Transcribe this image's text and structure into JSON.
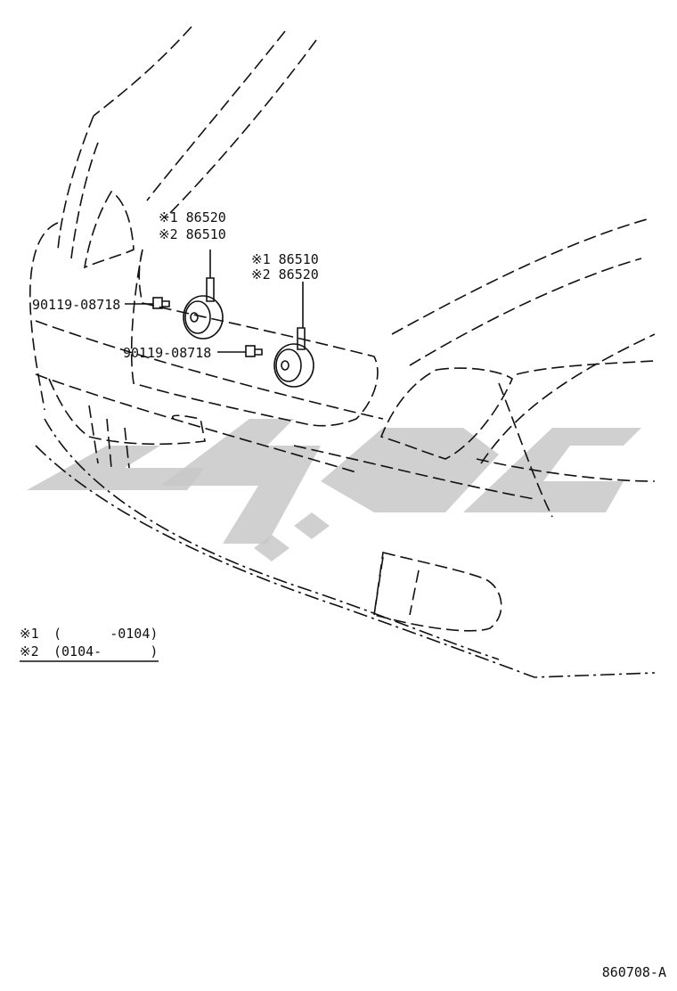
{
  "callouts": {
    "horn1_line1": "※1 86520",
    "horn1_line2": "※2 86510",
    "horn2_line1": "※1 86510",
    "horn2_line2": "※2 86520",
    "bolt1": "90119-08718",
    "bolt2": "90119-08718"
  },
  "legend": {
    "line1_mark": "※1",
    "line1_range": "(      -0104)",
    "line2_mark": "※2",
    "line2_range": "(0104-      )"
  },
  "diagram_id": "860708-A",
  "colors": {
    "ink": "#111111",
    "watermark": "#c8c8c8"
  }
}
